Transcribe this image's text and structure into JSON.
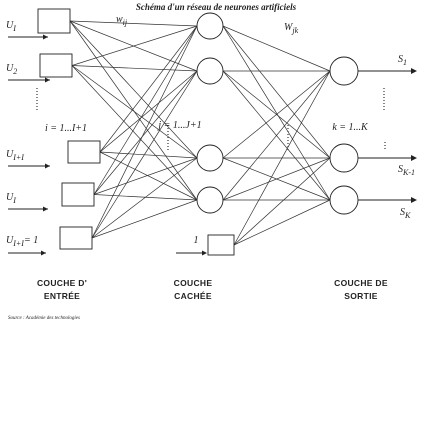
{
  "title": "Schéma d'un réseau de neurones artificiels",
  "inputs": [
    {
      "base": "U",
      "sub": "I"
    },
    {
      "base": "U",
      "sub": "2"
    },
    {
      "base": "U",
      "sub": "I+I"
    },
    {
      "base": "U",
      "sub": "I"
    },
    {
      "base": "U",
      "sub": "I+I"
    }
  ],
  "input_marker": "= 1",
  "index_labels": {
    "input": "i = 1...I+1",
    "hidden": "j = 1...J+1",
    "output": "k = 1...K"
  },
  "hidden_bias_label": "1",
  "weights": {
    "ij": {
      "base": "w",
      "sub": "ij"
    },
    "jk": {
      "base": "W",
      "sub": "jk"
    }
  },
  "outputs": [
    {
      "base": "S",
      "sub": "1"
    },
    {
      "base": "S",
      "sub": "K-1"
    },
    {
      "base": "S",
      "sub": "K"
    }
  ],
  "layers": {
    "input": [
      "COUCHE D'",
      "ENTRÉE"
    ],
    "hidden": [
      "COUCHE",
      "CACHÉE"
    ],
    "output": [
      "COUCHE DE",
      "SORTIE"
    ]
  },
  "source": "Source : Académie des technologies",
  "icons": [
    "arrow-icon",
    "neuron-icon"
  ],
  "colors": {
    "stroke": "#222222",
    "background": "#ffffff"
  }
}
